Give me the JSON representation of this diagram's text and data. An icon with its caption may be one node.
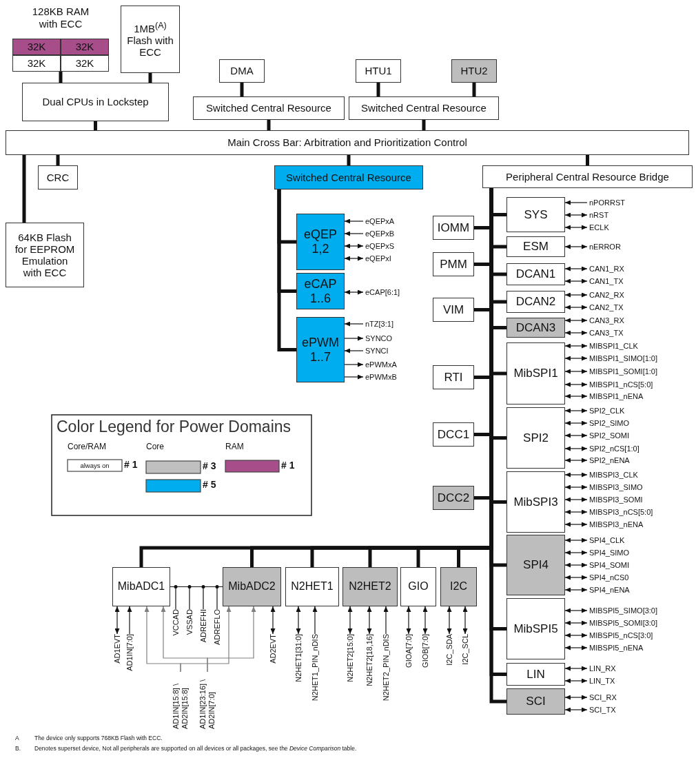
{
  "diagram": {
    "nodes": [
      {
        "text": [
          "128KB RAM with ECC"
        ]
      },
      {
        "text": [
          "32K"
        ],
        "in": 0
      },
      {
        "text": [
          "32K"
        ],
        "in": 0
      },
      {
        "text": [
          "32K"
        ],
        "in": 0
      },
      {
        "text": [
          "32K"
        ],
        "in": 0
      },
      {
        "text": [
          "1MB$^{(A)}$ Flash with ECC"
        ]
      },
      {
        "text": [
          "Dual CPUs in Lockstep"
        ]
      },
      {
        "text": [
          "DMA"
        ]
      },
      {
        "text": [
          "HTU1"
        ]
      },
      {
        "text": [
          "HTU2"
        ]
      },
      {
        "text": [
          "Switched Central Resource"
        ]
      },
      {
        "text": [
          "Switched Central Resource"
        ]
      },
      {
        "text": [
          "Main Cross Bar: Arbitration and Prioritization Control"
        ]
      },
      {
        "text": [
          "CRC"
        ]
      },
      {
        "text": [
          "Switched Central Resource"
        ]
      },
      {
        "text": [
          "Peripheral Central Resource Bridge"
        ]
      },
      {
        "text": [
          "64KB Flash for EEPROM Emulation with ECC"
        ]
      },
      {
        "text": [
          "eQEP 1,2"
        ]
      },
      {
        "text": [
          "eQEPxA"
        ]
      },
      {
        "text": [
          "eQEPxB"
        ]
      },
      {
        "text": [
          "eQEPxS"
        ]
      },
      {
        "text": [
          "eQEPxI"
        ]
      },
      {
        "text": [
          "eCAP 1..6"
        ]
      },
      {
        "text": [
          "eCAP[6:1]"
        ]
      },
      {
        "text": [
          "ePWM 1..7"
        ]
      },
      {
        "text": [
          "nTZ[3:1]"
        ]
      },
      {
        "text": [
          "SYNCO"
        ]
      },
      {
        "text": [
          "SYNCI"
        ]
      },
      {
        "text": [
          "ePWMxA"
        ]
      },
      {
        "text": [
          "ePWMxB"
        ]
      },
      {
        "text": [
          "SYS"
        ]
      },
      {
        "text": [
          "nPORRST"
        ]
      },
      {
        "text": [
          "nRST"
        ]
      },
      {
        "text": [
          "ECLK"
        ]
      },
      {
        "text": [
          "IOMM"
        ]
      },
      {
        "text": [
          "ESM"
        ]
      },
      {
        "text": [
          "nERROR"
        ]
      },
      {
        "text": [
          "PMM"
        ]
      },
      {
        "text": [
          "DCAN1"
        ]
      },
      {
        "text": [
          "CAN1_RX"
        ]
      },
      {
        "text": [
          "CAN1_TX"
        ]
      },
      {
        "text": [
          "DCAN2"
        ]
      },
      {
        "text": [
          "CAN2_RX"
        ]
      },
      {
        "text": [
          "CAN2_TX"
        ]
      },
      {
        "text": [
          "VIM"
        ]
      },
      {
        "text": [
          "DCAN3"
        ]
      },
      {
        "text": [
          "CAN3_RX"
        ]
      },
      {
        "text": [
          "CAN3_TX"
        ]
      },
      {
        "text": [
          "MibSPI1"
        ]
      },
      {
        "text": [
          "MIBSPI1_CLK"
        ]
      },
      {
        "text": [
          "MIBSPI1_SIMO[1:0]"
        ]
      },
      {
        "text": [
          "MIBSPI1_SOMI[1:0]"
        ]
      },
      {
        "text": [
          "MIBSPI1_nCS[5:0]"
        ]
      },
      {
        "text": [
          "MIBSPI1_nENA"
        ]
      },
      {
        "text": [
          "RTI"
        ]
      },
      {
        "text": [
          "SPI2"
        ]
      },
      {
        "text": [
          "SPI2_CLK"
        ]
      },
      {
        "text": [
          "SPI2_SIMO"
        ]
      },
      {
        "text": [
          "SPI2_SOMI"
        ]
      },
      {
        "text": [
          "SPI2_nCS[1:0]"
        ]
      },
      {
        "text": [
          "SPI2_nENA"
        ]
      },
      {
        "text": [
          "DCC1"
        ]
      },
      {
        "text": [
          "MibSPI3"
        ]
      },
      {
        "text": [
          "MIBSPI3_CLK"
        ]
      },
      {
        "text": [
          "MIBSPI3_SIMO"
        ]
      },
      {
        "text": [
          "MIBSPI3_SOMI"
        ]
      },
      {
        "text": [
          "MIBSPI3_nCS[5:0]"
        ]
      },
      {
        "text": [
          "MIBSPI3_nENA"
        ]
      },
      {
        "text": [
          "DCC2"
        ]
      },
      {
        "text": [
          "SPI4"
        ]
      },
      {
        "text": [
          "SPI4_CLK"
        ]
      },
      {
        "text": [
          "SPI4_SIMO"
        ]
      },
      {
        "text": [
          "SPI4_SOMI"
        ]
      },
      {
        "text": [
          "SPI4_nCS0"
        ]
      },
      {
        "text": [
          "SPI4_nENA"
        ]
      },
      {
        "text": [
          "MibSPI5"
        ]
      },
      {
        "text": [
          "MIBSPI5_SIMO[3:0]"
        ]
      },
      {
        "text": [
          "MIBSPI5_SOMI[3:0]"
        ]
      },
      {
        "text": [
          "MIBSPI5_nCS[3:0]"
        ]
      },
      {
        "text": [
          "MIBSPI5_nENA"
        ]
      },
      {
        "text": [
          "LIN"
        ]
      },
      {
        "text": [
          "LIN_RX"
        ]
      },
      {
        "text": [
          "LIN_TX"
        ]
      },
      {
        "text": [
          "SCI"
        ]
      },
      {
        "text": [
          "SCI_RX"
        ]
      },
      {
        "text": [
          "SCI_TX"
        ]
      },
      {
        "text": [
          "MibADC1"
        ]
      },
      {
        "text": [
          "AD1EVT"
        ]
      },
      {
        "text": [
          "AD1IN[7:0]"
        ]
      },
      {
        "text": [
          "VCCAD"
        ]
      },
      {
        "text": [
          "VSSAD"
        ]
      },
      {
        "text": [
          "ADREFHI"
        ]
      },
      {
        "text": [
          "ADREFLO"
        ]
      },
      {
        "text": [
          "MibADC2"
        ]
      },
      {
        "text": [
          "AD2EVT"
        ]
      },
      {
        "text": [
          "AD1IN[15:8] \\ AD2IN[15:8]"
        ]
      },
      {
        "text": [
          "AD1IN[23:16] \\ AD2IN[7:0]"
        ]
      },
      {
        "text": [
          "N2HET1"
        ]
      },
      {
        "text": [
          "N2HET1[31:0]"
        ]
      },
      {
        "text": [
          "N2HET1_PIN_nDIS"
        ]
      },
      {
        "text": [
          "N2HET2"
        ]
      },
      {
        "text": [
          "N2HET2[15:0]"
        ]
      },
      {
        "text": [
          "N2HET2[18,16]"
        ]
      },
      {
        "text": [
          "N2HET2_PIN_nDIS"
        ]
      },
      {
        "text": [
          "GIO"
        ]
      },
      {
        "text": [
          "GIOA[7:0]"
        ]
      },
      {
        "text": [
          "GIOB[7:0]"
        ]
      },
      {
        "text": [
          "I2C"
        ]
      },
      {
        "text": [
          "I2C_SDA"
        ]
      },
      {
        "text": [
          "I2C_SCL"
        ]
      }
    ],
    "edges": [
      {
        "from": 0,
        "to": 6,
        "arrow": "none",
        "style": "thick"
      },
      {
        "from": 5,
        "to": 6,
        "arrow": "none",
        "style": "thick"
      },
      {
        "from": 6,
        "to": 12,
        "arrow": "none",
        "style": "thick"
      },
      {
        "from": 7,
        "to": 10,
        "arrow": "none",
        "style": "thick"
      },
      {
        "from": 10,
        "to": 12,
        "arrow": "none",
        "style": "thick"
      },
      {
        "from": 8,
        "to": 11,
        "arrow": "none",
        "style": "thick"
      },
      {
        "from": 9,
        "to": 11,
        "arrow": "none",
        "style": "thick"
      },
      {
        "from": 11,
        "to": 12,
        "arrow": "none",
        "style": "thick"
      },
      {
        "from": 12,
        "to": 13,
        "arrow": "none",
        "style": "thick"
      },
      {
        "from": 12,
        "to": 16,
        "arrow": "none",
        "style": "thick"
      },
      {
        "from": 12,
        "to": 14,
        "arrow": "none",
        "style": "thick"
      },
      {
        "from": 12,
        "to": 15,
        "arrow": "none",
        "style": "thick"
      },
      {
        "from": 14,
        "to": 17,
        "arrow": "none",
        "style": "thick"
      },
      {
        "from": 14,
        "to": 22,
        "arrow": "none",
        "style": "thick"
      },
      {
        "from": 14,
        "to": 24,
        "arrow": "none",
        "style": "thick"
      },
      {
        "from": 15,
        "to": 30,
        "arrow": "none",
        "style": "thick"
      },
      {
        "from": 15,
        "to": 34,
        "arrow": "none",
        "style": "thick"
      },
      {
        "from": 15,
        "to": 35,
        "arrow": "none",
        "style": "thick"
      },
      {
        "from": 15,
        "to": 37,
        "arrow": "none",
        "style": "thick"
      },
      {
        "from": 15,
        "to": 38,
        "arrow": "none",
        "style": "thick"
      },
      {
        "from": 15,
        "to": 41,
        "arrow": "none",
        "style": "thick"
      },
      {
        "from": 15,
        "to": 44,
        "arrow": "none",
        "style": "thick"
      },
      {
        "from": 15,
        "to": 45,
        "arrow": "none",
        "style": "thick"
      },
      {
        "from": 15,
        "to": 48,
        "arrow": "none",
        "style": "thick"
      },
      {
        "from": 15,
        "to": 54,
        "arrow": "none",
        "style": "thick"
      },
      {
        "from": 15,
        "to": 55,
        "arrow": "none",
        "style": "thick"
      },
      {
        "from": 15,
        "to": 61,
        "arrow": "none",
        "style": "thick"
      },
      {
        "from": 15,
        "to": 62,
        "arrow": "none",
        "style": "thick"
      },
      {
        "from": 15,
        "to": 68,
        "arrow": "none",
        "style": "thick"
      },
      {
        "from": 15,
        "to": 69,
        "arrow": "none",
        "style": "thick"
      },
      {
        "from": 15,
        "to": 75,
        "arrow": "none",
        "style": "thick"
      },
      {
        "from": 15,
        "to": 80,
        "arrow": "none",
        "style": "thick"
      },
      {
        "from": 15,
        "to": 83,
        "arrow": "none",
        "style": "thick"
      },
      {
        "from": 15,
        "to": 86,
        "arrow": "none",
        "style": "thick"
      },
      {
        "from": 15,
        "to": 93,
        "arrow": "none",
        "style": "thick"
      },
      {
        "from": 15,
        "to": 97,
        "arrow": "none",
        "style": "thick"
      },
      {
        "from": 15,
        "to": 100,
        "arrow": "none",
        "style": "thick"
      },
      {
        "from": 15,
        "to": 104,
        "arrow": "none",
        "style": "thick"
      },
      {
        "from": 15,
        "to": 107,
        "arrow": "none",
        "style": "thick"
      },
      {
        "from": 18,
        "to": 17,
        "arrow": "to"
      },
      {
        "from": 19,
        "to": 17,
        "arrow": "to"
      },
      {
        "from": 17,
        "to": 20,
        "arrow": "both"
      },
      {
        "from": 17,
        "to": 21,
        "arrow": "both"
      },
      {
        "from": 22,
        "to": 23,
        "arrow": "both"
      },
      {
        "from": 25,
        "to": 24,
        "arrow": "to"
      },
      {
        "from": 24,
        "to": 26,
        "arrow": "to"
      },
      {
        "from": 27,
        "to": 24,
        "arrow": "to"
      },
      {
        "from": 24,
        "to": 28,
        "arrow": "to"
      },
      {
        "from": 24,
        "to": 29,
        "arrow": "to"
      },
      {
        "from": 31,
        "to": 30,
        "arrow": "to"
      },
      {
        "from": 30,
        "to": 32,
        "arrow": "both"
      },
      {
        "from": 30,
        "to": 33,
        "arrow": "both"
      },
      {
        "from": 35,
        "to": 36,
        "arrow": "both"
      },
      {
        "from": 38,
        "to": 39,
        "arrow": "both"
      },
      {
        "from": 38,
        "to": 40,
        "arrow": "both"
      },
      {
        "from": 41,
        "to": 42,
        "arrow": "both"
      },
      {
        "from": 41,
        "to": 43,
        "arrow": "both"
      },
      {
        "from": 45,
        "to": 46,
        "arrow": "both"
      },
      {
        "from": 45,
        "to": 47,
        "arrow": "both"
      },
      {
        "from": 48,
        "to": 49,
        "arrow": "both"
      },
      {
        "from": 48,
        "to": 50,
        "arrow": "both"
      },
      {
        "from": 48,
        "to": 51,
        "arrow": "both"
      },
      {
        "from": 48,
        "to": 52,
        "arrow": "both"
      },
      {
        "from": 48,
        "to": 53,
        "arrow": "both"
      },
      {
        "from": 55,
        "to": 56,
        "arrow": "both"
      },
      {
        "from": 55,
        "to": 57,
        "arrow": "both"
      },
      {
        "from": 55,
        "to": 58,
        "arrow": "both"
      },
      {
        "from": 55,
        "to": 59,
        "arrow": "both"
      },
      {
        "from": 55,
        "to": 60,
        "arrow": "both"
      },
      {
        "from": 62,
        "to": 63,
        "arrow": "both"
      },
      {
        "from": 62,
        "to": 64,
        "arrow": "both"
      },
      {
        "from": 62,
        "to": 65,
        "arrow": "both"
      },
      {
        "from": 62,
        "to": 66,
        "arrow": "both"
      },
      {
        "from": 62,
        "to": 67,
        "arrow": "both"
      },
      {
        "from": 69,
        "to": 70,
        "arrow": "both"
      },
      {
        "from": 69,
        "to": 71,
        "arrow": "both"
      },
      {
        "from": 69,
        "to": 72,
        "arrow": "both"
      },
      {
        "from": 69,
        "to": 73,
        "arrow": "both"
      },
      {
        "from": 69,
        "to": 74,
        "arrow": "both"
      },
      {
        "from": 75,
        "to": 76,
        "arrow": "both"
      },
      {
        "from": 75,
        "to": 77,
        "arrow": "both"
      },
      {
        "from": 75,
        "to": 78,
        "arrow": "both"
      },
      {
        "from": 75,
        "to": 79,
        "arrow": "both"
      },
      {
        "from": 80,
        "to": 81,
        "arrow": "both"
      },
      {
        "from": 80,
        "to": 82,
        "arrow": "both"
      },
      {
        "from": 83,
        "to": 84,
        "arrow": "both"
      },
      {
        "from": 83,
        "to": 85,
        "arrow": "both"
      },
      {
        "from": 86,
        "to": 87,
        "arrow": "both"
      },
      {
        "from": 88,
        "to": 86,
        "arrow": "to"
      },
      {
        "from": 89,
        "to": 86,
        "arrow": "none"
      },
      {
        "from": 90,
        "to": 86,
        "arrow": "none"
      },
      {
        "from": 91,
        "to": 86,
        "arrow": "none"
      },
      {
        "from": 92,
        "to": 86,
        "arrow": "none"
      },
      {
        "from": 86,
        "to": 93,
        "arrow": "none"
      },
      {
        "from": 93,
        "to": 94,
        "arrow": "both"
      },
      {
        "from": 95,
        "to": 86,
        "arrow": "to",
        "color": "#808080"
      },
      {
        "from": 95,
        "to": 93,
        "arrow": "to",
        "color": "#808080"
      },
      {
        "from": 96,
        "to": 86,
        "arrow": "to",
        "color": "#808080"
      },
      {
        "from": 96,
        "to": 93,
        "arrow": "to",
        "color": "#808080"
      },
      {
        "from": 97,
        "to": 98,
        "arrow": "both"
      },
      {
        "from": 99,
        "to": 97,
        "arrow": "to"
      },
      {
        "from": 100,
        "to": 101,
        "arrow": "both"
      },
      {
        "from": 100,
        "to": 102,
        "arrow": "both"
      },
      {
        "from": 103,
        "to": 100,
        "arrow": "to"
      },
      {
        "from": 104,
        "to": 105,
        "arrow": "both"
      },
      {
        "from": 104,
        "to": 106,
        "arrow": "both"
      },
      {
        "from": 107,
        "to": 108,
        "arrow": "both"
      },
      {
        "from": 107,
        "to": 109,
        "arrow": "both"
      }
    ],
    "labels": [
      "Color Legend for Power Domains",
      "Core/RAM",
      "always on",
      "Core",
      "RAM",
      "A",
      "The device only supports 768KB Flash with ECC.",
      "B.",
      "Denotes superset device, Not all peripherals are supported on all devices or all packages, see the *Device Comparison* table."
    ],
    "legend": [
      {
        "text": "# 1",
        "color": "#ffffff"
      },
      {
        "text": "# 3",
        "color": "#c0c0c0"
      },
      {
        "text": "# 5",
        "color": "#00aeef"
      },
      {
        "text": "# 1",
        "color": "#a64d8a"
      }
    ]
  }
}
